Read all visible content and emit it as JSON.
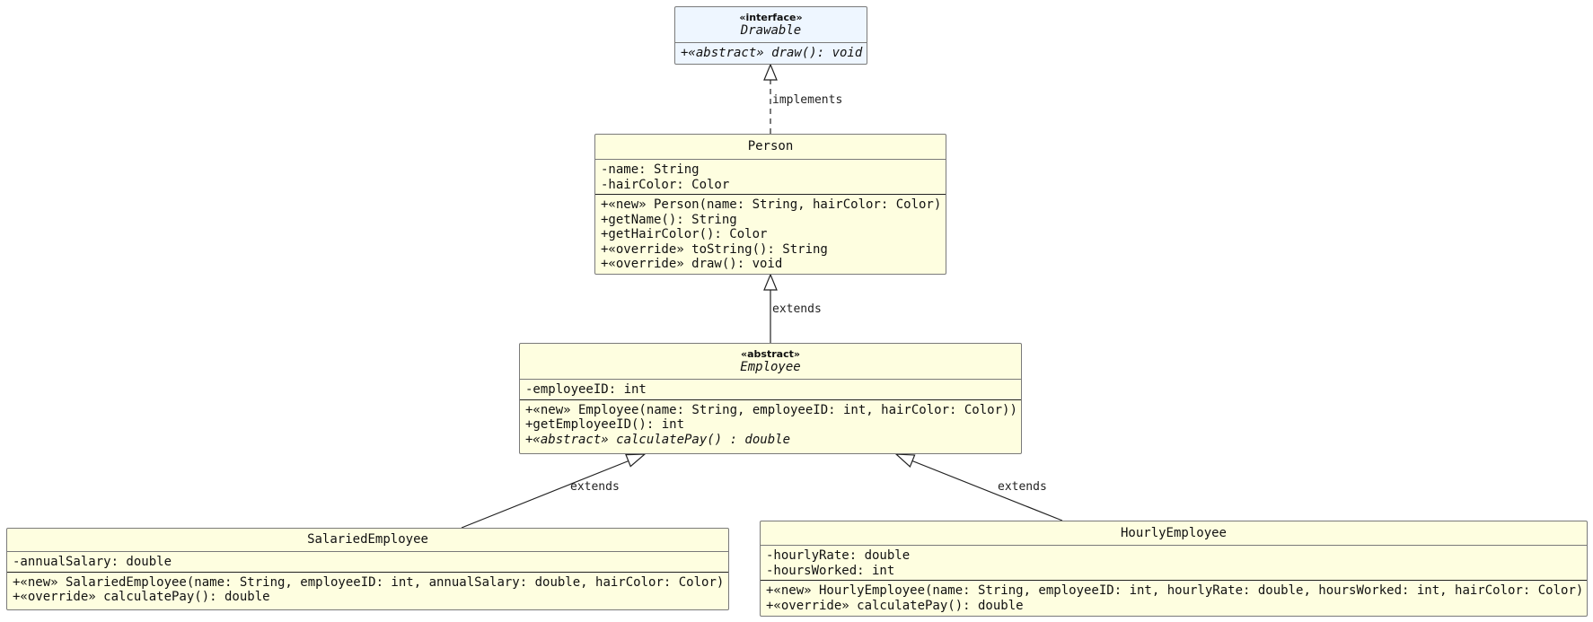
{
  "relations": {
    "drawable_person": "implements",
    "person_employee": "extends",
    "employee_salaried": "extends",
    "employee_hourly": "extends"
  },
  "classes": {
    "drawable": {
      "stereotype": "«interface»",
      "name": "Drawable",
      "attributes": [],
      "operations": [
        "+«abstract» draw(): void"
      ]
    },
    "person": {
      "name": "Person",
      "attributes": [
        "-name: String",
        "-hairColor: Color"
      ],
      "operations": [
        "+«new» Person(name: String, hairColor: Color)",
        "+getName(): String",
        "+getHairColor(): Color",
        "+«override» toString(): String",
        "+«override» draw(): void"
      ]
    },
    "employee": {
      "stereotype": "«abstract»",
      "name": "Employee",
      "attributes": [
        "-employeeID: int"
      ],
      "operations": [
        "+«new» Employee(name: String, employeeID: int, hairColor: Color))",
        "+getEmployeeID(): int",
        "+«abstract» calculatePay() : double"
      ]
    },
    "salaried": {
      "name": "SalariedEmployee",
      "attributes": [
        "-annualSalary: double"
      ],
      "operations": [
        "+«new» SalariedEmployee(name: String, employeeID: int, annualSalary: double, hairColor: Color)",
        "+«override» calculatePay(): double"
      ]
    },
    "hourly": {
      "name": "HourlyEmployee",
      "attributes": [
        "-hourlyRate: double",
        "-hoursWorked: int"
      ],
      "operations": [
        "+«new» HourlyEmployee(name: String, employeeID: int, hourlyRate: double, hoursWorked: int, hairColor: Color)",
        "+«override» calculatePay(): double"
      ]
    }
  }
}
